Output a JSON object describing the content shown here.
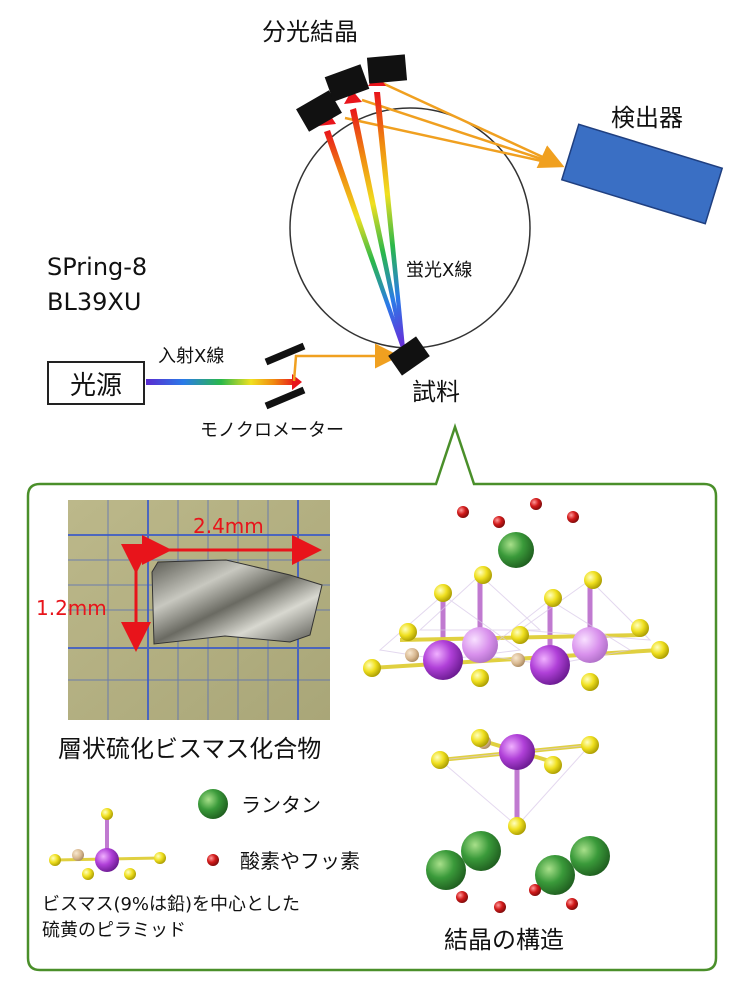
{
  "title_crystal": "分光結晶",
  "detector_label": "検出器",
  "facility_line1": "SPring-8",
  "facility_line2": "BL39XU",
  "fluorescence_label": "蛍光X線",
  "incident_label": "入射X線",
  "source_label": "光源",
  "sample_label": "試料",
  "monochromator_label": "モノクロメーター",
  "photo": {
    "width_label": "2.4mm",
    "height_label": "1.2mm",
    "caption": "層状硫化ビスマス化合物"
  },
  "legend": {
    "lanthanum": "ランタン",
    "oxygen_fluorine": "酸素やフッ素",
    "pyramid_line1": "ビスマス(9%は鉛)を中心とした",
    "pyramid_line2": "硫黄のピラミッド"
  },
  "structure_caption": "結晶の構造",
  "colors": {
    "green_frame": "#4a8f2a",
    "detector_blue": "#3a6fc4",
    "beam_orange": "#f0a020",
    "bismuth_purple": "#b040d8",
    "sulfur_yellow": "#f0e020",
    "lanthanum_green": "#3a9a3a",
    "oxygen_red": "#d21a1a"
  }
}
